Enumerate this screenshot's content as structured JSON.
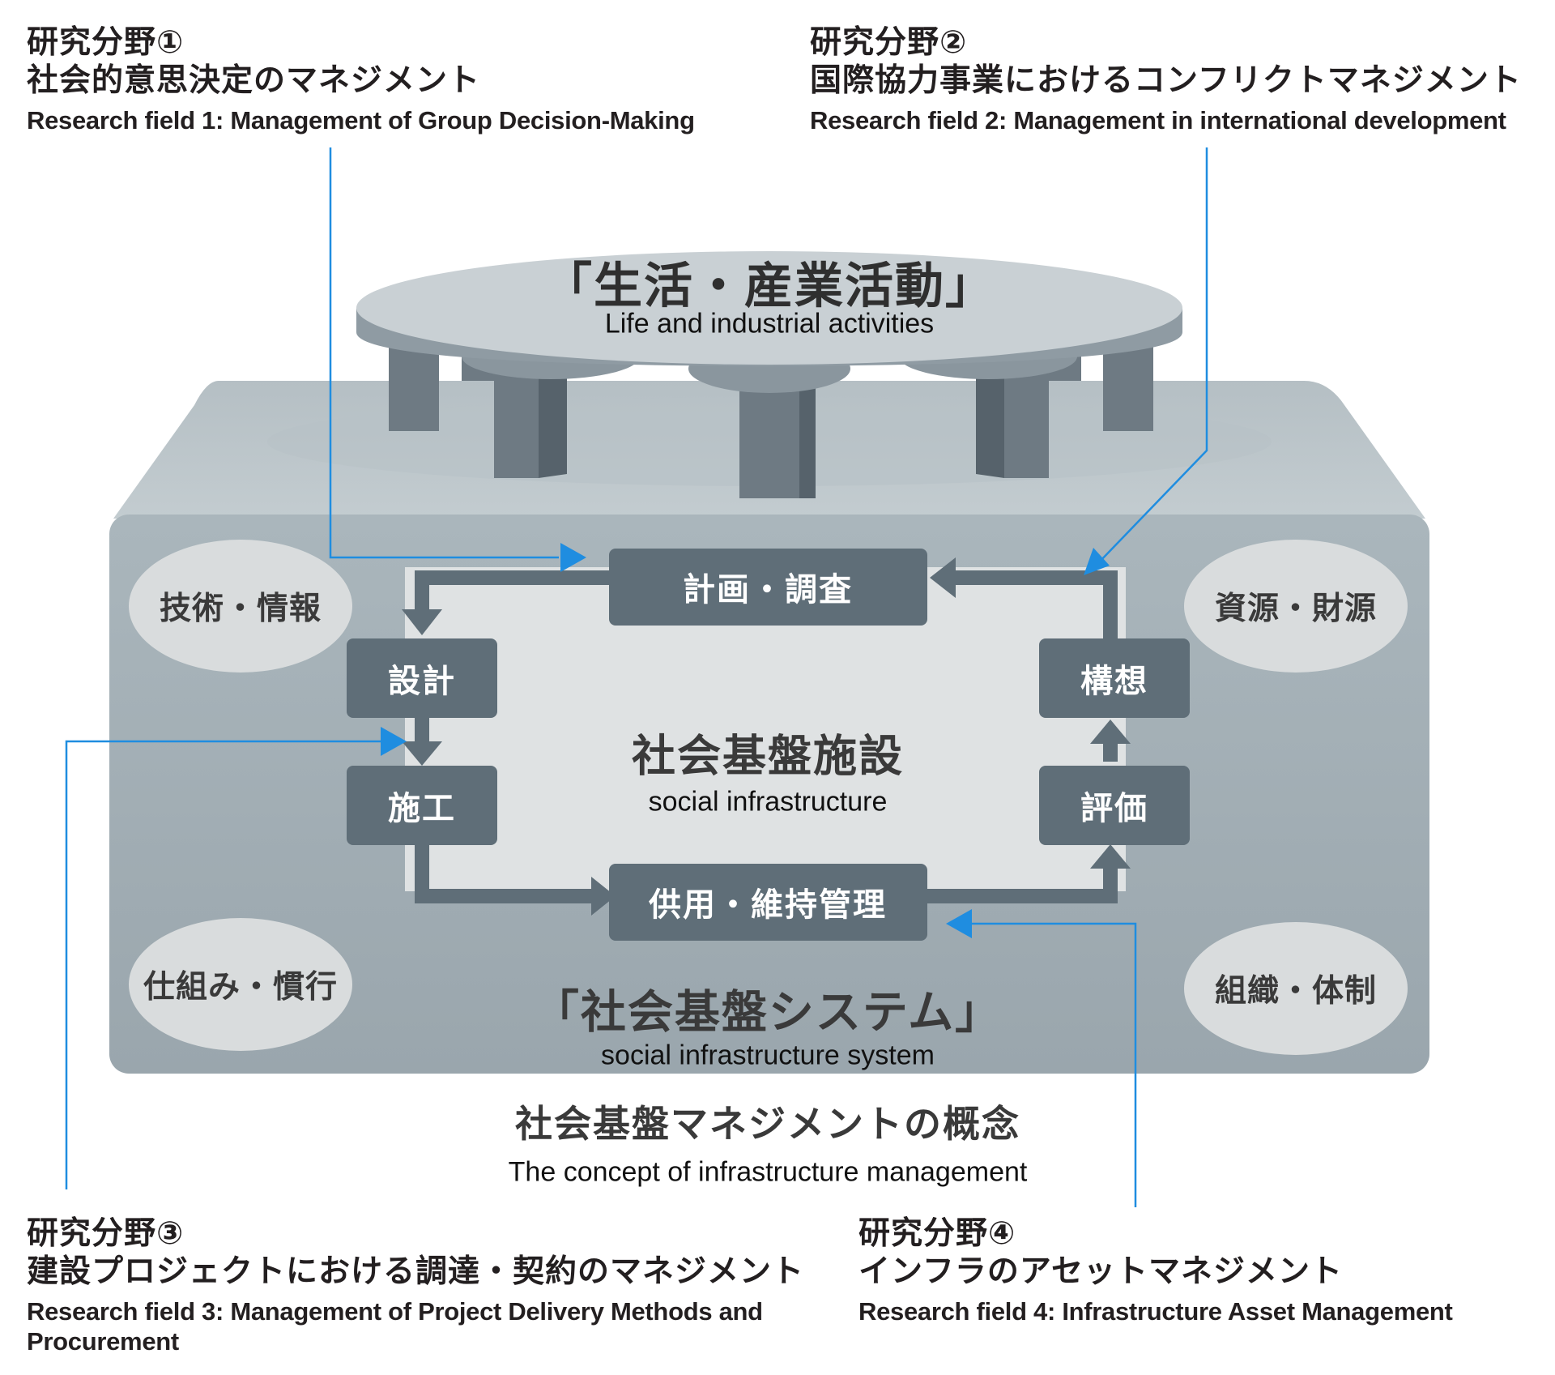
{
  "research_fields": [
    {
      "label_jp": "研究分野①",
      "title_jp": "社会的意思決定のマネジメント",
      "title_en": "Research field 1: Management of Group Decision-Making"
    },
    {
      "label_jp": "研究分野②",
      "title_jp": "国際協力事業におけるコンフリクトマネジメント",
      "title_en": "Research field 2: Management in international development"
    },
    {
      "label_jp": "研究分野③",
      "title_jp": "建設プロジェクトにおける調達・契約のマネジメント",
      "title_en": "Research field 3: Management of Project Delivery Methods and Procurement"
    },
    {
      "label_jp": "研究分野④",
      "title_jp": "インフラのアセットマネジメント",
      "title_en": "Research field 4: Infrastructure Asset Management"
    }
  ],
  "platform": {
    "title_jp": "「生活・産業活動」",
    "title_en": "Life and industrial activities"
  },
  "cycle": {
    "planning": "計画・調査",
    "design": "設計",
    "construction": "施工",
    "operation": "供用・維持管理",
    "evaluation": "評価",
    "concept": "構想"
  },
  "center": {
    "title_jp": "社会基盤施設",
    "title_en": "social infrastructure"
  },
  "ovals": {
    "tech": "技術・情報",
    "resources": "資源・財源",
    "systems": "仕組み・慣行",
    "organization": "組織・体制"
  },
  "system": {
    "title_jp": "「社会基盤システム」",
    "title_en": "social infrastructure system"
  },
  "caption": {
    "title_jp": "社会基盤マネジメントの概念",
    "title_en": "The concept of infrastructure management"
  },
  "colors": {
    "node": "#5f6e78",
    "box": "#a3afb6",
    "inner": "#dfe2e3",
    "blue": "#1f8de0",
    "oval": "#d9dcdd"
  }
}
